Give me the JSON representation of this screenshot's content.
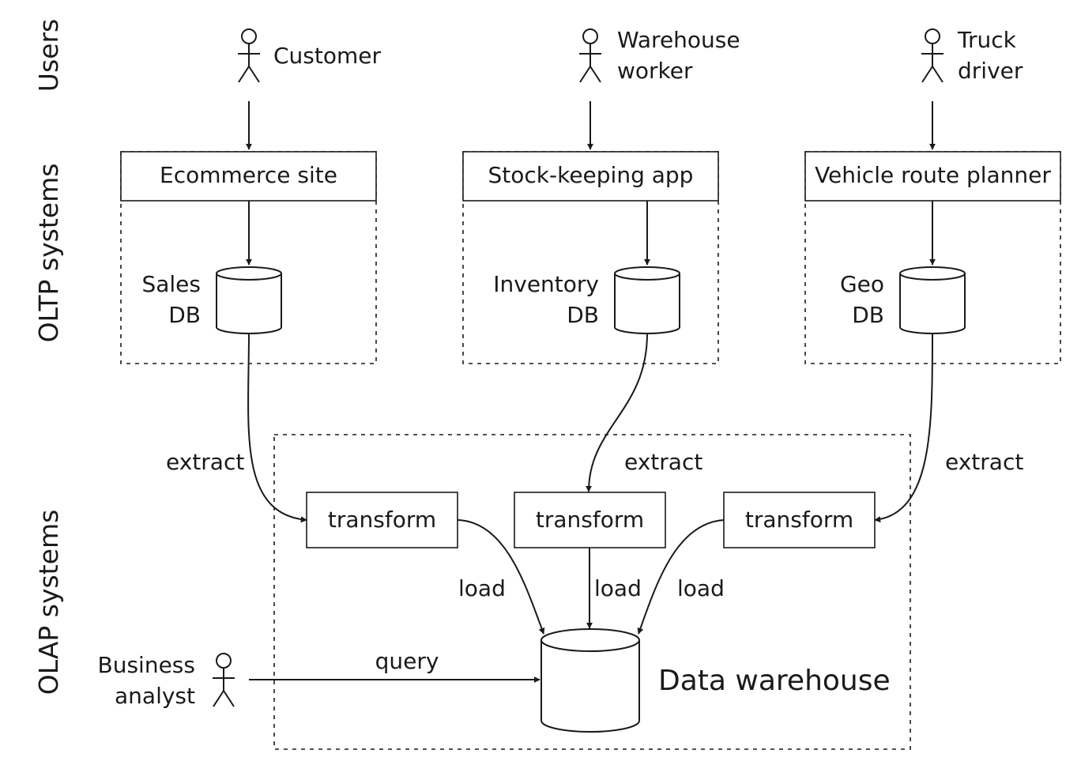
{
  "lanes": {
    "users": "Users",
    "oltp": "OLTP systems",
    "olap": "OLAP systems"
  },
  "actors": {
    "customer": [
      "Customer"
    ],
    "warehouse_worker": [
      "Warehouse",
      "worker"
    ],
    "truck_driver": [
      "Truck",
      "driver"
    ],
    "business_analyst": [
      "Business",
      "analyst"
    ]
  },
  "apps": {
    "ecommerce": "Ecommerce site",
    "stock": "Stock-keeping app",
    "vehicle": "Vehicle route planner"
  },
  "dbs": {
    "sales": [
      "Sales",
      "DB"
    ],
    "inventory": [
      "Inventory",
      "DB"
    ],
    "geo": [
      "Geo",
      "DB"
    ]
  },
  "etl": {
    "extract": "extract",
    "transform": "transform",
    "load": "load",
    "query": "query"
  },
  "warehouse": "Data warehouse"
}
